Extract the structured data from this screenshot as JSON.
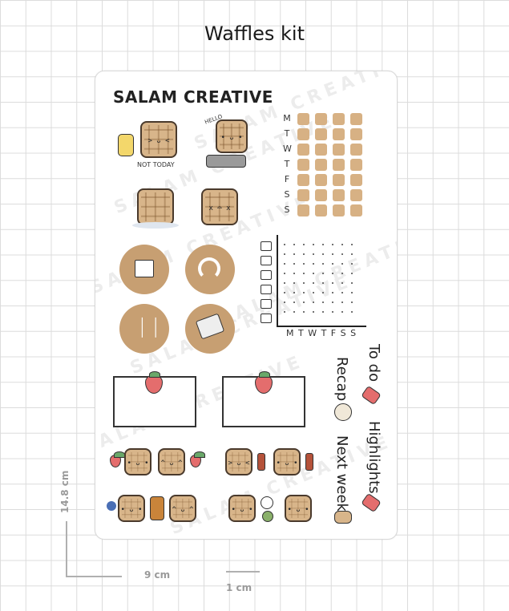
{
  "page_title": "Waffles kit",
  "sheet": {
    "brand": "SALAM CREATIVE",
    "watermark": "SALAM CREATIVE",
    "sticker_texts": {
      "not_today": "NOT TODAY",
      "hello": "HELLO"
    },
    "days_of_week": [
      "M",
      "T",
      "W",
      "T",
      "F",
      "S",
      "S"
    ],
    "tracker_axis_days": "M T W T F S S",
    "labels": {
      "to_do": "To do",
      "recap": "Recap",
      "highlights": "Highlights",
      "next_week": "Next week"
    }
  },
  "dimensions": {
    "height": "14.8 cm",
    "width": "9 cm",
    "scale": "1 cm"
  },
  "colors": {
    "waffle": "#d8b58a",
    "circle": "#c79f72",
    "square": "#d7b184",
    "berry": "#e46d6d"
  },
  "icons": [
    "honey-jar-icon",
    "waffle-maker-icon",
    "book-icon",
    "headphones-icon",
    "fork-knife-icon",
    "coffee-tray-icon",
    "strawberry-icon",
    "bacon-icon",
    "egg-icon",
    "syrup-bottle-icon",
    "blueberries-icon",
    "avocado-icon",
    "tape-icon"
  ]
}
